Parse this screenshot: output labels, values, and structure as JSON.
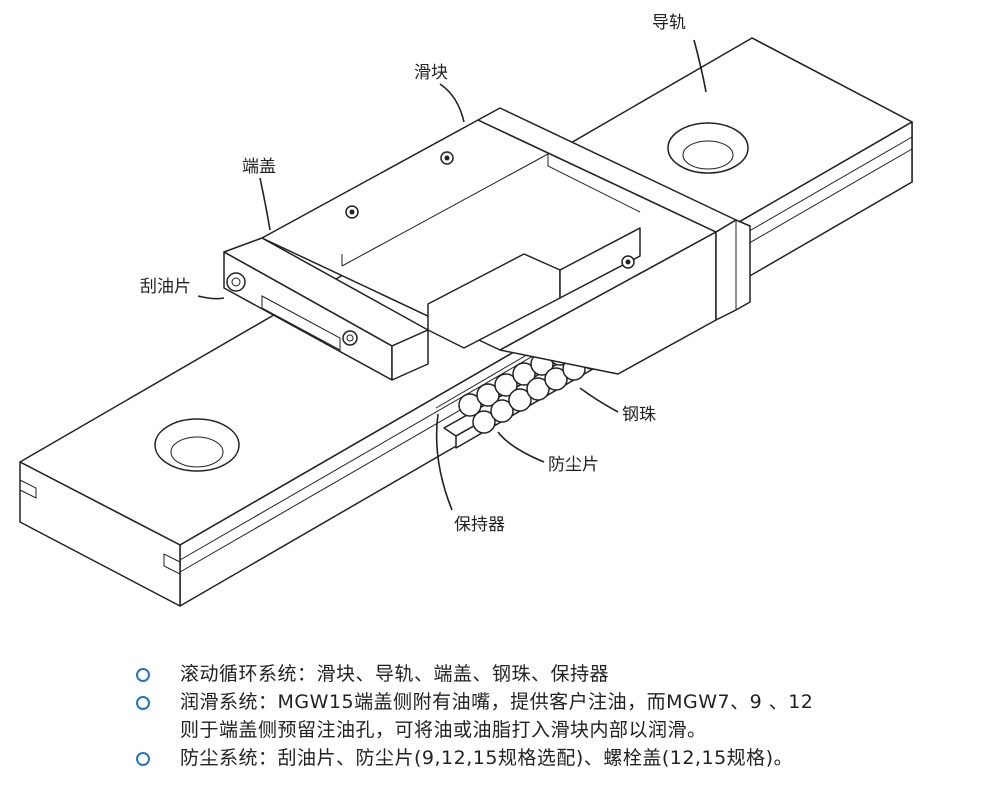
{
  "labels": {
    "rail": "导轨",
    "block": "滑块",
    "end_cap": "端盖",
    "wiper": "刮油片",
    "balls": "钢珠",
    "dust_strip": "防尘片",
    "retainer": "保持器"
  },
  "notes": [
    {
      "lines": [
        "滚动循环系统：滑块、导轨、端盖、钢珠、保持器"
      ]
    },
    {
      "lines": [
        "润滑系统：MGW15端盖侧附有油嘴，提供客户注油，而MGW7、9 、12",
        "则于端盖侧预留注油孔，可将油或油脂打入滑块内部以润滑。"
      ]
    },
    {
      "lines": [
        "防尘系统：刮油片、防尘片(9,12,15规格选配)、螺栓盖(12,15规格)。"
      ]
    }
  ],
  "colors": {
    "bullet": "#2b73b8",
    "line": "#222222",
    "fill": "#ffffff"
  }
}
